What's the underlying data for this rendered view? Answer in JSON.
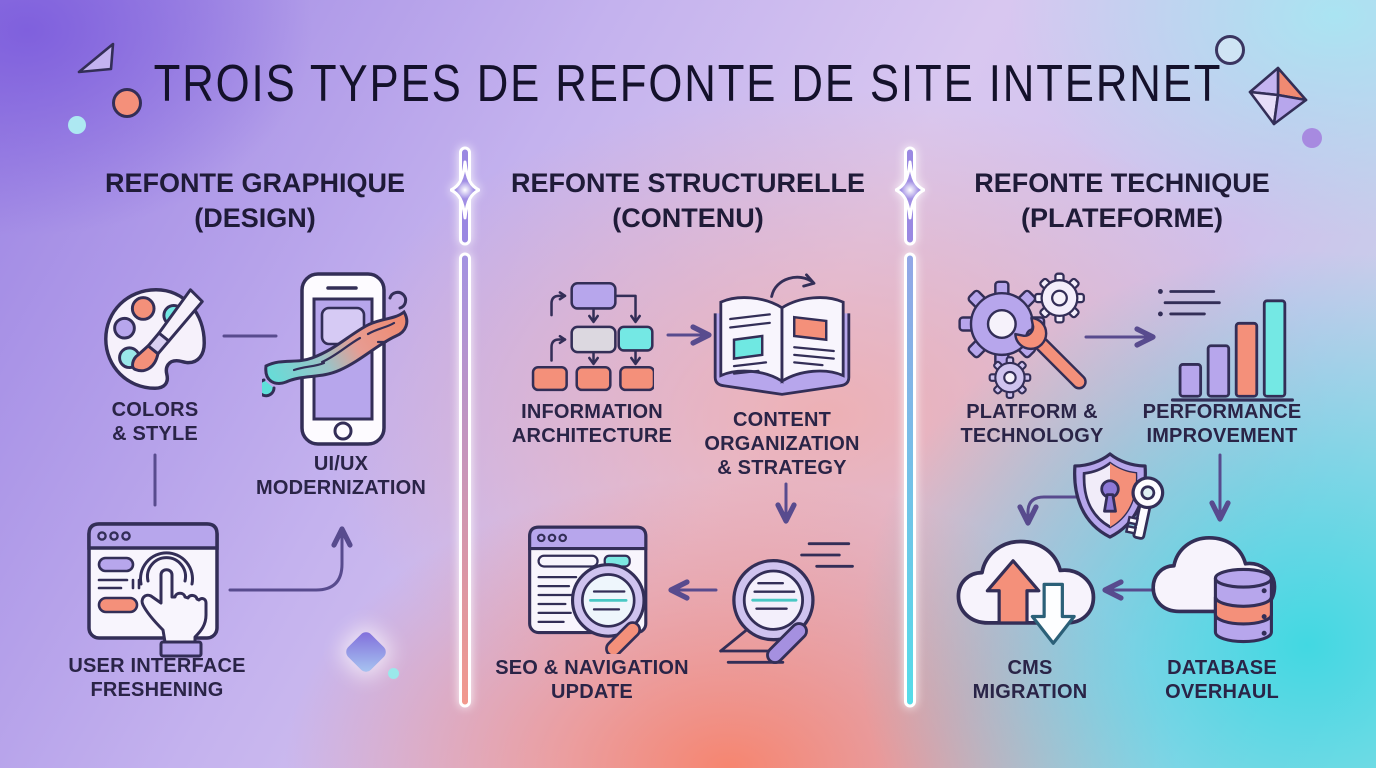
{
  "title": "TROIS TYPES DE REFONTE DE SITE INTERNET",
  "columns": [
    {
      "heading": "REFONTE GRAPHIQUE",
      "subheading": "(DESIGN)",
      "items": [
        {
          "icon": "palette-icon",
          "label": "COLORS\n& STYLE"
        },
        {
          "icon": "phone-wave-icon",
          "label": "UI/UX\nMODERNIZATION"
        },
        {
          "icon": "browser-touch-icon",
          "label": "USER INTERFACE\nFRESHENING"
        }
      ]
    },
    {
      "heading": "REFONTE STRUCTURELLE",
      "subheading": "(CONTENU)",
      "items": [
        {
          "icon": "flowchart-icon",
          "label": "INFORMATION\nARCHITECTURE"
        },
        {
          "icon": "open-book-icon",
          "label": "CONTENT\nORGANIZATION\n& STRATEGY"
        },
        {
          "icon": "search-document-icon",
          "label": ""
        },
        {
          "icon": "browser-search-icon",
          "label": "SEO & NAVIGATION\nUPDATE"
        }
      ]
    },
    {
      "heading": "REFONTE TECHNIQUE",
      "subheading": "(PLATEFORME)",
      "items": [
        {
          "icon": "gears-wrench-icon",
          "label": "PLATFORM &\nTECHNOLOGY"
        },
        {
          "icon": "bar-chart-icon",
          "label": "PERFORMANCE\nIMPROVEMENT"
        },
        {
          "icon": "shield-key-icon",
          "label": ""
        },
        {
          "icon": "cloud-migration-icon",
          "label": "CMS\nMIGRATION"
        },
        {
          "icon": "cloud-database-icon",
          "label": "DATABASE\nOVERHAUL"
        }
      ]
    }
  ],
  "colors": {
    "outline": "#332e57",
    "label_text": "#2a2447",
    "salmon": "#f4907a",
    "teal": "#74e8e4",
    "purple": "#b7a6ec",
    "connector": "#584b8e",
    "divider1_gradient": [
      "#a393e2",
      "#f2988c"
    ],
    "divider2_gradient": [
      "#93a6e6",
      "#55dce8"
    ]
  }
}
